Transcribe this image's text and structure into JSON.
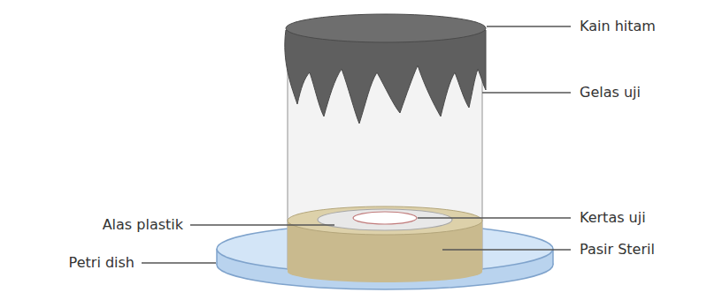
{
  "diagram": {
    "labels": [
      "Kain hitam",
      "Gelas uji",
      "Alas plastik",
      "Kertas uji",
      "Petri dish",
      "Pasir Steril"
    ]
  }
}
